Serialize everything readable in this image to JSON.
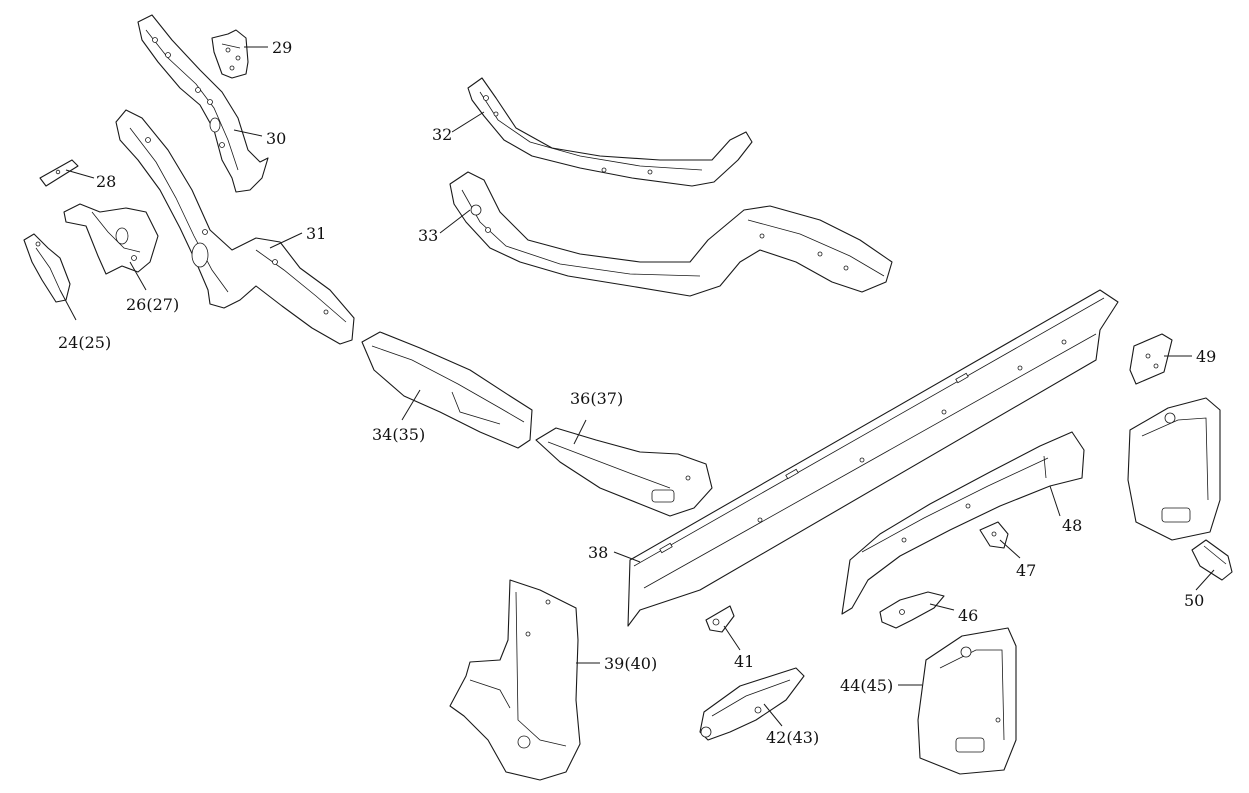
{
  "labels": {
    "p24": "24(25)",
    "p26": "26(27)",
    "p28": "28",
    "p29": "29",
    "p30": "30",
    "p31": "31",
    "p32": "32",
    "p33": "33",
    "p34": "34(35)",
    "p36": "36(37)",
    "p38": "38",
    "p39": "39(40)",
    "p41": "41",
    "p42": "42(43)",
    "p44": "44(45)",
    "p46": "46",
    "p47": "47",
    "p48": "48",
    "p49": "49",
    "p50": "50"
  },
  "colors": {
    "line": "#1a1a1a",
    "background": "#ffffff"
  }
}
